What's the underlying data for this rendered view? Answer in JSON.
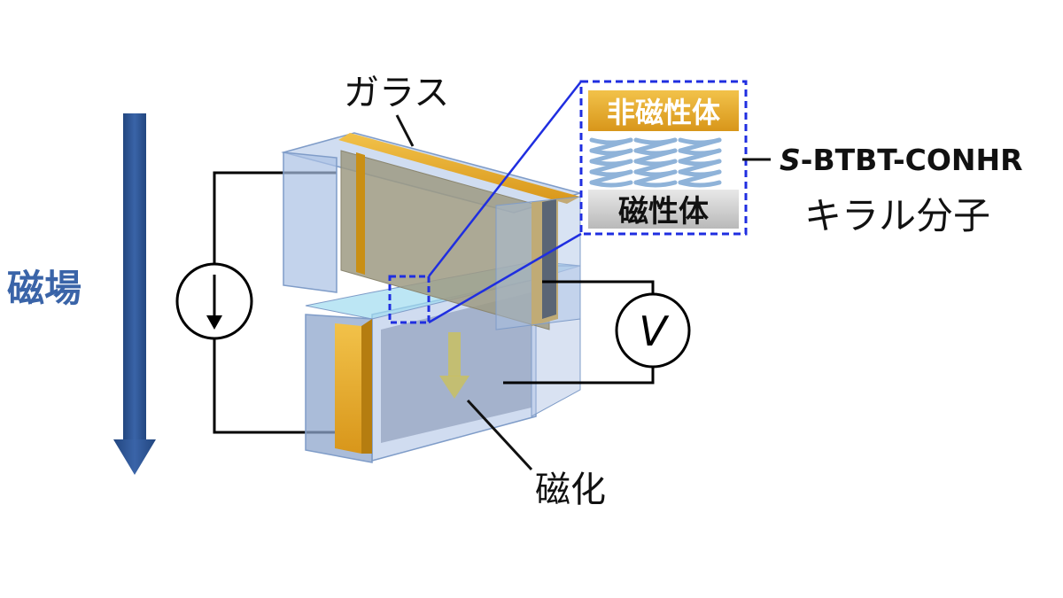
{
  "labels": {
    "magnetic_field": "磁場",
    "glass": "ガラス",
    "nonmagnetic": "非磁性体",
    "magnetic": "磁性体",
    "molecule_prefix": "S",
    "molecule_name": "-BTBT-CONHR",
    "chiral_molecule": "キラル分子",
    "magnetization": "磁化",
    "voltmeter": "V"
  },
  "colors": {
    "field_arrow": "#2f5597",
    "field_text": "#3a64a8",
    "gold": "#e3a61b",
    "dashed_box": "#1f2ee0",
    "glass_fill": "#a9c0e4",
    "glass_stroke": "#7f9cc8",
    "helix": "#8fb3d9",
    "wire": "#000000"
  },
  "icons": {
    "current_source": "current-source-icon",
    "voltmeter": "voltmeter-icon"
  }
}
